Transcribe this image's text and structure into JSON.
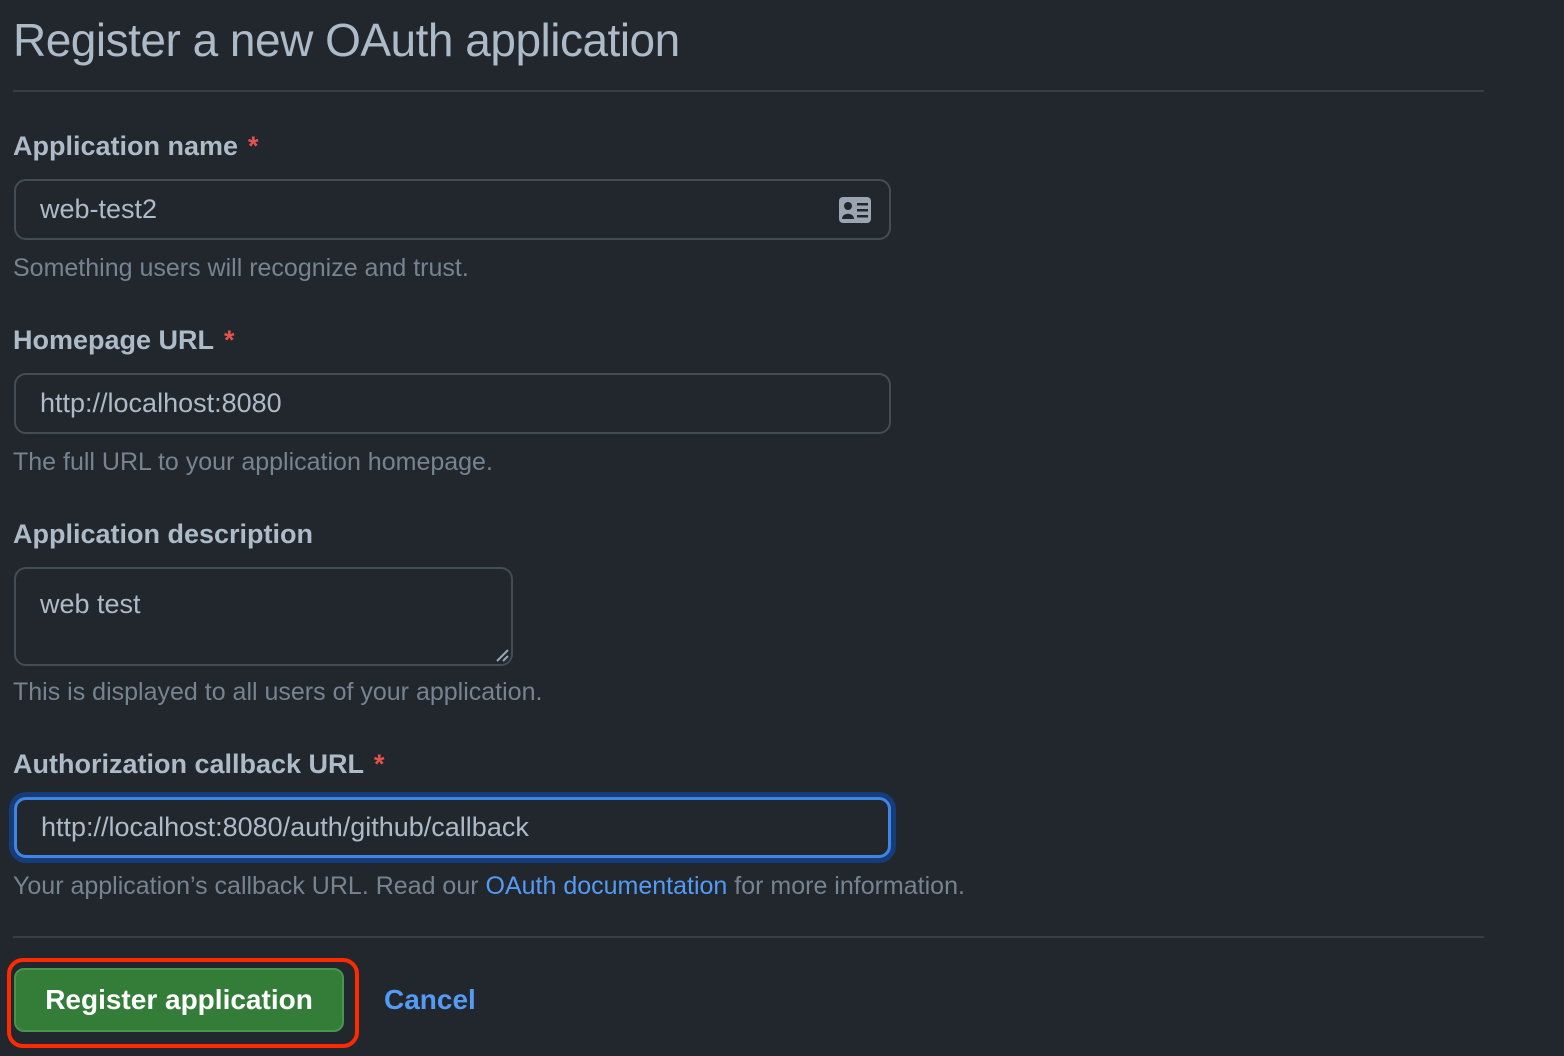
{
  "page": {
    "title": "Register a new OAuth application"
  },
  "form": {
    "app_name": {
      "label": "Application name",
      "required_mark": "*",
      "value": "web-test2",
      "hint": "Something users will recognize and trust.",
      "icon": "contact-card-icon"
    },
    "homepage_url": {
      "label": "Homepage URL",
      "required_mark": "*",
      "value": "http://localhost:8080",
      "hint": "The full URL to your application homepage."
    },
    "description": {
      "label": "Application description",
      "value": "web test",
      "hint": "This is displayed to all users of your application."
    },
    "callback_url": {
      "label": "Authorization callback URL",
      "required_mark": "*",
      "value": "http://localhost:8080/auth/github/callback",
      "hint_prefix": "Your application’s callback URL. Read our ",
      "hint_link": "OAuth documentation",
      "hint_suffix": " for more information.",
      "focused": true
    }
  },
  "actions": {
    "register_label": "Register application",
    "cancel_label": "Cancel"
  },
  "colors": {
    "background": "#22272e",
    "text": "#adbac7",
    "muted": "#768390",
    "link": "#539bf5",
    "required": "#e5534b",
    "primary_button": "#347d39",
    "focus_ring": "#4184e4",
    "annotation_highlight": "#ff2a00"
  }
}
